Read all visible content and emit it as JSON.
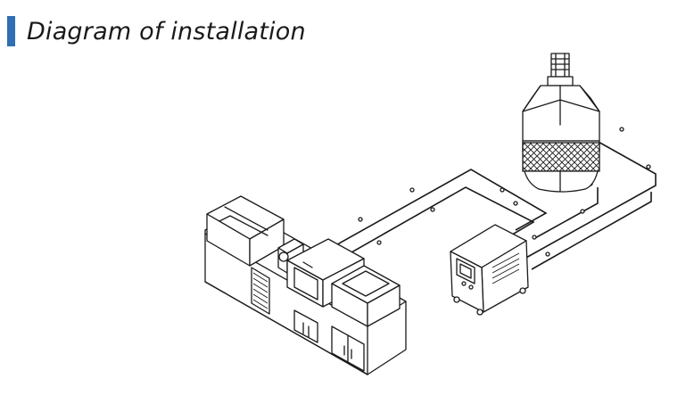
{
  "header": {
    "title": "Diagram of installation",
    "accent_color": "#2f6fb3"
  },
  "diagram": {
    "components": [
      {
        "name": "injection-molding-machine"
      },
      {
        "name": "mold-temperature-controller"
      },
      {
        "name": "hopper-dryer"
      }
    ],
    "connections": [
      {
        "from": "mold-temperature-controller",
        "to": "injection-molding-machine"
      },
      {
        "from": "mold-temperature-controller",
        "to": "hopper-dryer"
      }
    ]
  }
}
